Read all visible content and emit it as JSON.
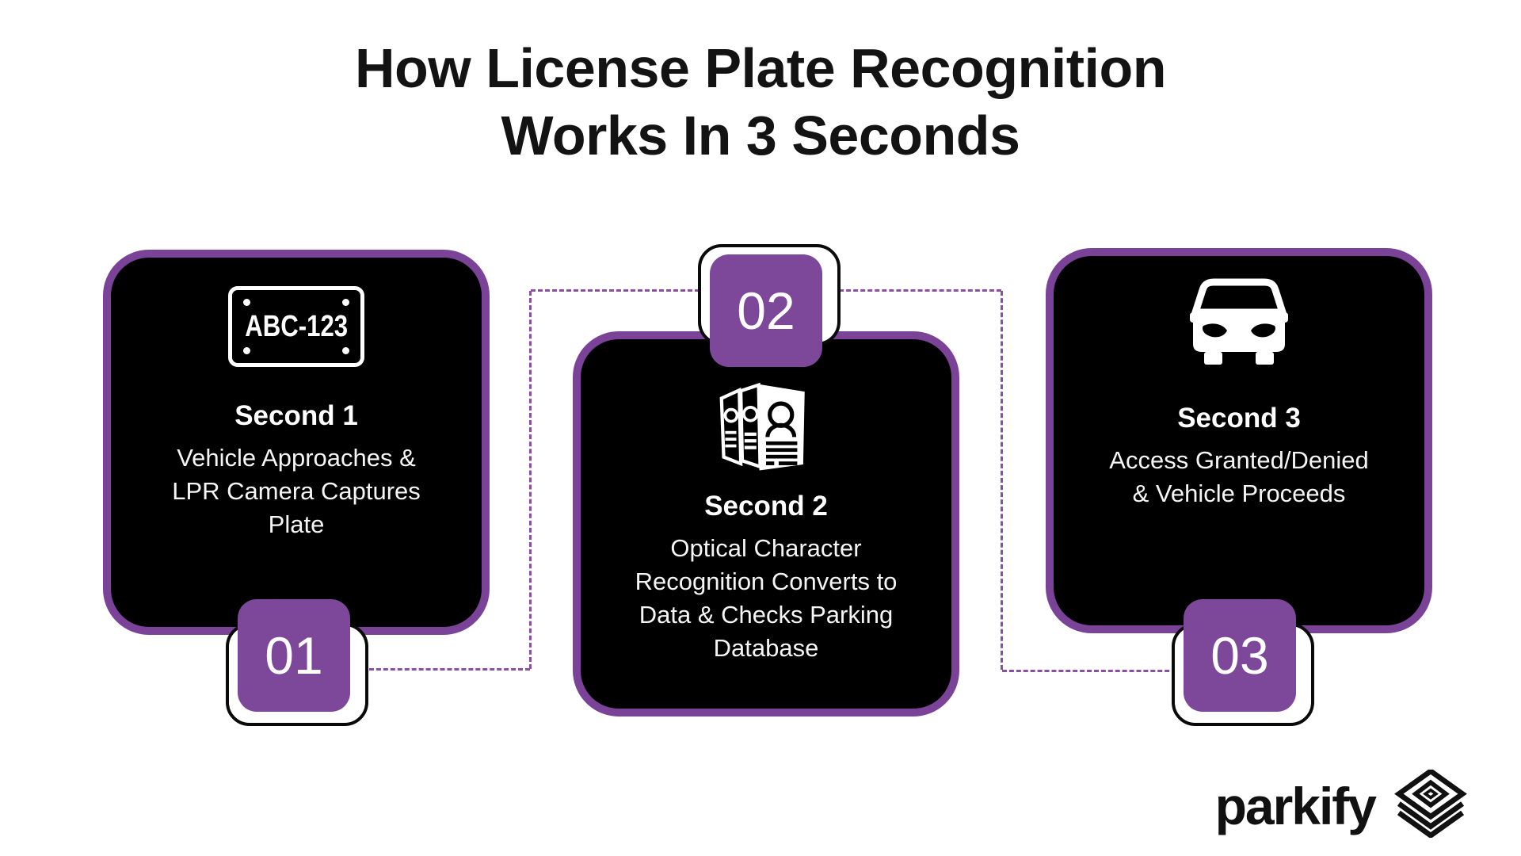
{
  "title": {
    "line1": "How License Plate Recognition",
    "line2": "Works In 3 Seconds"
  },
  "steps": [
    {
      "number": "01",
      "icon": "license-plate-icon",
      "plate_text": "ABC-123",
      "heading": "Second 1",
      "description": "Vehicle Approaches & LPR Camera Captures Plate"
    },
    {
      "number": "02",
      "icon": "id-records-icon",
      "heading": "Second 2",
      "description": "Optical Character Recognition Converts to Data & Checks Parking Database"
    },
    {
      "number": "03",
      "icon": "car-front-icon",
      "heading": "Second 3",
      "description": "Access Granted/Denied & Vehicle Proceeds"
    }
  ],
  "brand": {
    "name": "parkify",
    "icon": "stacked-layers-diamond-icon"
  },
  "colors": {
    "accent_purple": "#7B4397",
    "badge_purple": "#7D4899",
    "card_background": "#000000",
    "page_background": "#FFFFFF",
    "title_text": "#131313",
    "card_text": "#FFFFFF"
  }
}
